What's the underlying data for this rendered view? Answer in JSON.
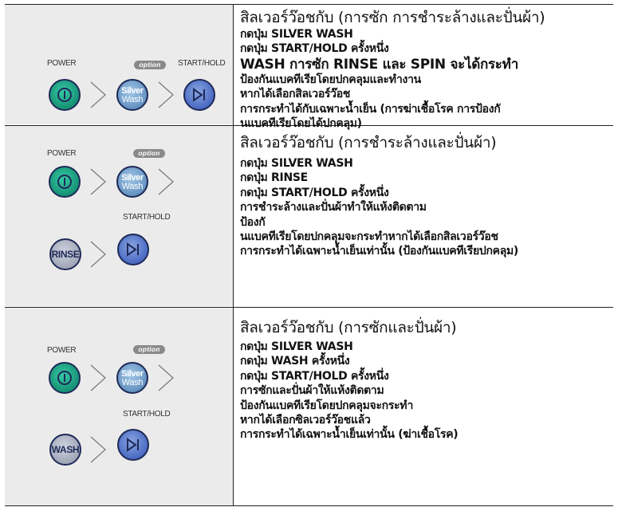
{
  "labels": {
    "power": "POWER",
    "option": "option",
    "start_hold": "START/HOLD"
  },
  "buttons": {
    "silver_line1": "Silver",
    "silver_line2": "Wash",
    "rinse": "RINSE",
    "wash": "WASH"
  },
  "icons": {
    "power": "power-icon",
    "start_pause": "start-pause-icon",
    "chevron": "chevron-right-icon"
  },
  "colors": {
    "power_button": "#169274",
    "silver_button": "#6996c4",
    "start_button": "#4a6ac3",
    "gray_button": "#a1a6b7",
    "left_panel": "#ebebeb"
  },
  "rows": [
    {
      "title": "สิลเวอร์ว๊อชกับ (การซัก การชำระล้างและปั่นผ้า)",
      "lines": [
        "กดปุ่ม SILVER WASH",
        "กดปุ่ม START/HOLD ครั้งหนึ่ง",
        "WASH การซัก RINSE และ SPIN จะได้กระทำ",
        "ป้องกันแบคทีเรียโดยปกคลุมและทำงาน",
        "หากได้เลือกสิลเวอร์ว๊อช",
        "การกระทำได้กับเฉพาะน้ำเย็น (การฆ่าเชื้อโรค การป้องกั",
        "นแบคทีเรียโดยได้ปกคลุม)"
      ]
    },
    {
      "title": "สิลเวอร์ว๊อชกับ (การชำระล้างและปั่นผ้า)",
      "lines": [
        "กดปุ่ม SILVER WASH",
        "กดปุ่ม RINSE",
        "กดปุ่ม START/HOLD ครั้งหนึ่ง",
        "การชำระล้างและปั่นผ้าทำให้แห้งติดตาม",
        "ป้องกั",
        "นแบคทีเรียโดยปกคลุมจะกระทำหากได้เลือกสิลเวอร์ว๊อช",
        "การกระทำได้เฉพาะน้ำเย็นเท่านั้น (ป้องกันแบคทีเรียปกคลุม)"
      ]
    },
    {
      "title": "สิลเวอร์ว๊อชกับ (การซักและปั่นผ้า)",
      "lines": [
        "กดปุ่ม SILVER WASH",
        "กดปุ่ม WASH ครั้งหนึ่ง",
        "กดปุ่ม START/HOLD ครั้งหนึ่ง",
        "การซักและปั่นผ้าให้แห้งติดตาม",
        "ป้องกันแบคทีเรียโดยปกคลุมจะกระทำ",
        "หากได้เลือกซิลเวอร์ว๊อชแล้ว",
        "การกระทำได้เฉพาะน้ำเย็นเท่านั้น (ฆ่าเชื้อโรค)"
      ]
    }
  ]
}
